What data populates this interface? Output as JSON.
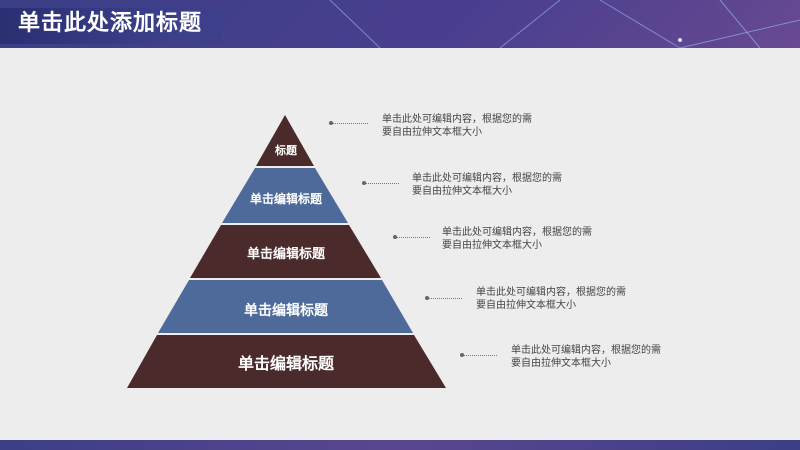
{
  "header": {
    "title": "单击此处添加标题"
  },
  "pyramid": {
    "tiers": [
      {
        "label": "标题",
        "color": "#4a2a2a"
      },
      {
        "label": "单击编辑标题",
        "color": "#4e6a9a"
      },
      {
        "label": "单击编辑标题",
        "color": "#4a2a2a"
      },
      {
        "label": "单击编辑标题",
        "color": "#4e6a9a"
      },
      {
        "label": "单击编辑标题",
        "color": "#4a2a2a"
      }
    ]
  },
  "descriptions": [
    {
      "line1": "单击此处可编辑内容，根据您的需",
      "line2": "要自由拉伸文本框大小"
    },
    {
      "line1": "单击此处可编辑内容，根据您的需",
      "line2": "要自由拉伸文本框大小"
    },
    {
      "line1": "单击此处可编辑内容，根据您的需",
      "line2": "要自由拉伸文本框大小"
    },
    {
      "line1": "单击此处可编辑内容，根据您的需",
      "line2": "要自由拉伸文本框大小"
    },
    {
      "line1": "单击此处可编辑内容，根据您的需",
      "line2": "要自由拉伸文本框大小"
    }
  ],
  "colors": {
    "dark_tier": "#4a2a2a",
    "blue_tier": "#4e6a9a",
    "content_bg": "#ededee",
    "header_bg": "#3b3f8a"
  }
}
